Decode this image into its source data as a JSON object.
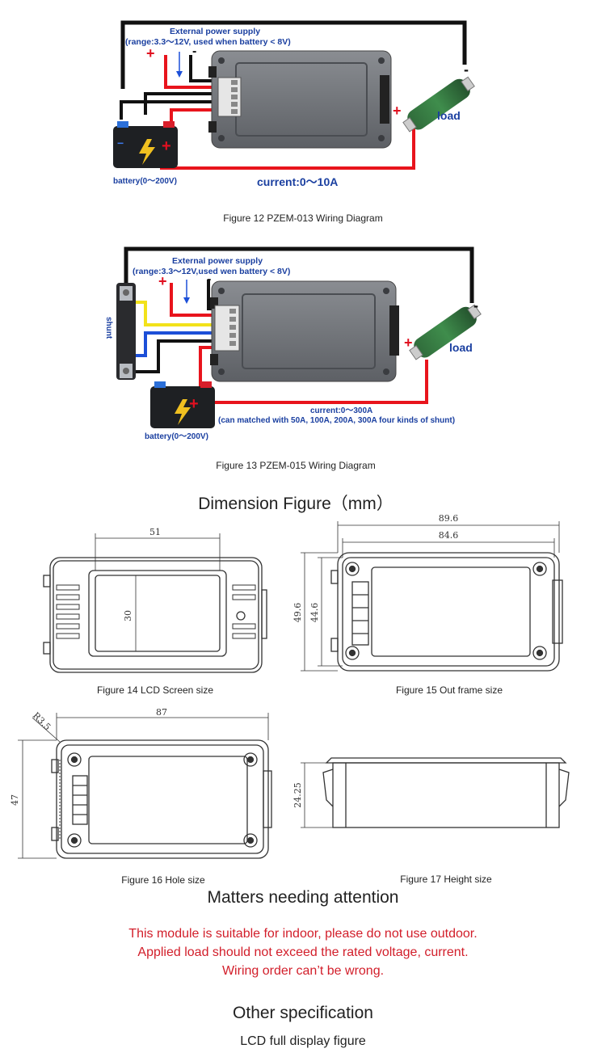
{
  "fig12": {
    "ext_title": "External power supply",
    "ext_range": "(range:3.3～12V,  used when battery < 8V)",
    "battery": "battery(0～200V)",
    "current": "current:0～10A",
    "load": "load",
    "caption": "Figure 12  PZEM-013 Wiring Diagram"
  },
  "fig13": {
    "ext_title": "External power supply",
    "ext_range": "(range:3.3～12V,used wen battery < 8V)",
    "shunt": "shunt",
    "battery": "battery(0～200V)",
    "current": "current:0～300A",
    "shunt_note": "(can matched with 50A, 100A, 200A, 300A four kinds of shunt)",
    "load": "load",
    "caption": "Figure 13 PZEM-015 Wiring Diagram"
  },
  "dimension_title": "Dimension Figure（mm）",
  "fig14": {
    "w": "51",
    "h": "30",
    "caption": "Figure 14 LCD Screen size"
  },
  "fig15": {
    "w1": "89.6",
    "w2": "84.6",
    "h1": "49.6",
    "h2": "44.6",
    "caption": "Figure 15 Out frame size"
  },
  "fig16": {
    "r": "R3.5",
    "w": "87",
    "h": "47",
    "caption": "Figure 16 Hole size"
  },
  "fig17": {
    "h": "24.25",
    "caption": "Figure 17 Height size"
  },
  "attention": {
    "title": "Matters needing attention",
    "lines": [
      "This module is suitable for indoor, please do not use outdoor.",
      "Applied load should not exceed the rated voltage, current.",
      "Wiring order can’t be wrong."
    ]
  },
  "other_spec": {
    "title": "Other specification",
    "subtitle": "LCD full display figure"
  },
  "colors": {
    "wire_red": "#e8141c",
    "wire_black": "#111111",
    "wire_yellow": "#f2e21a",
    "wire_blue": "#1c4fd8",
    "annotation": "#1a3fa0",
    "warning_text": "#d21e2a"
  }
}
